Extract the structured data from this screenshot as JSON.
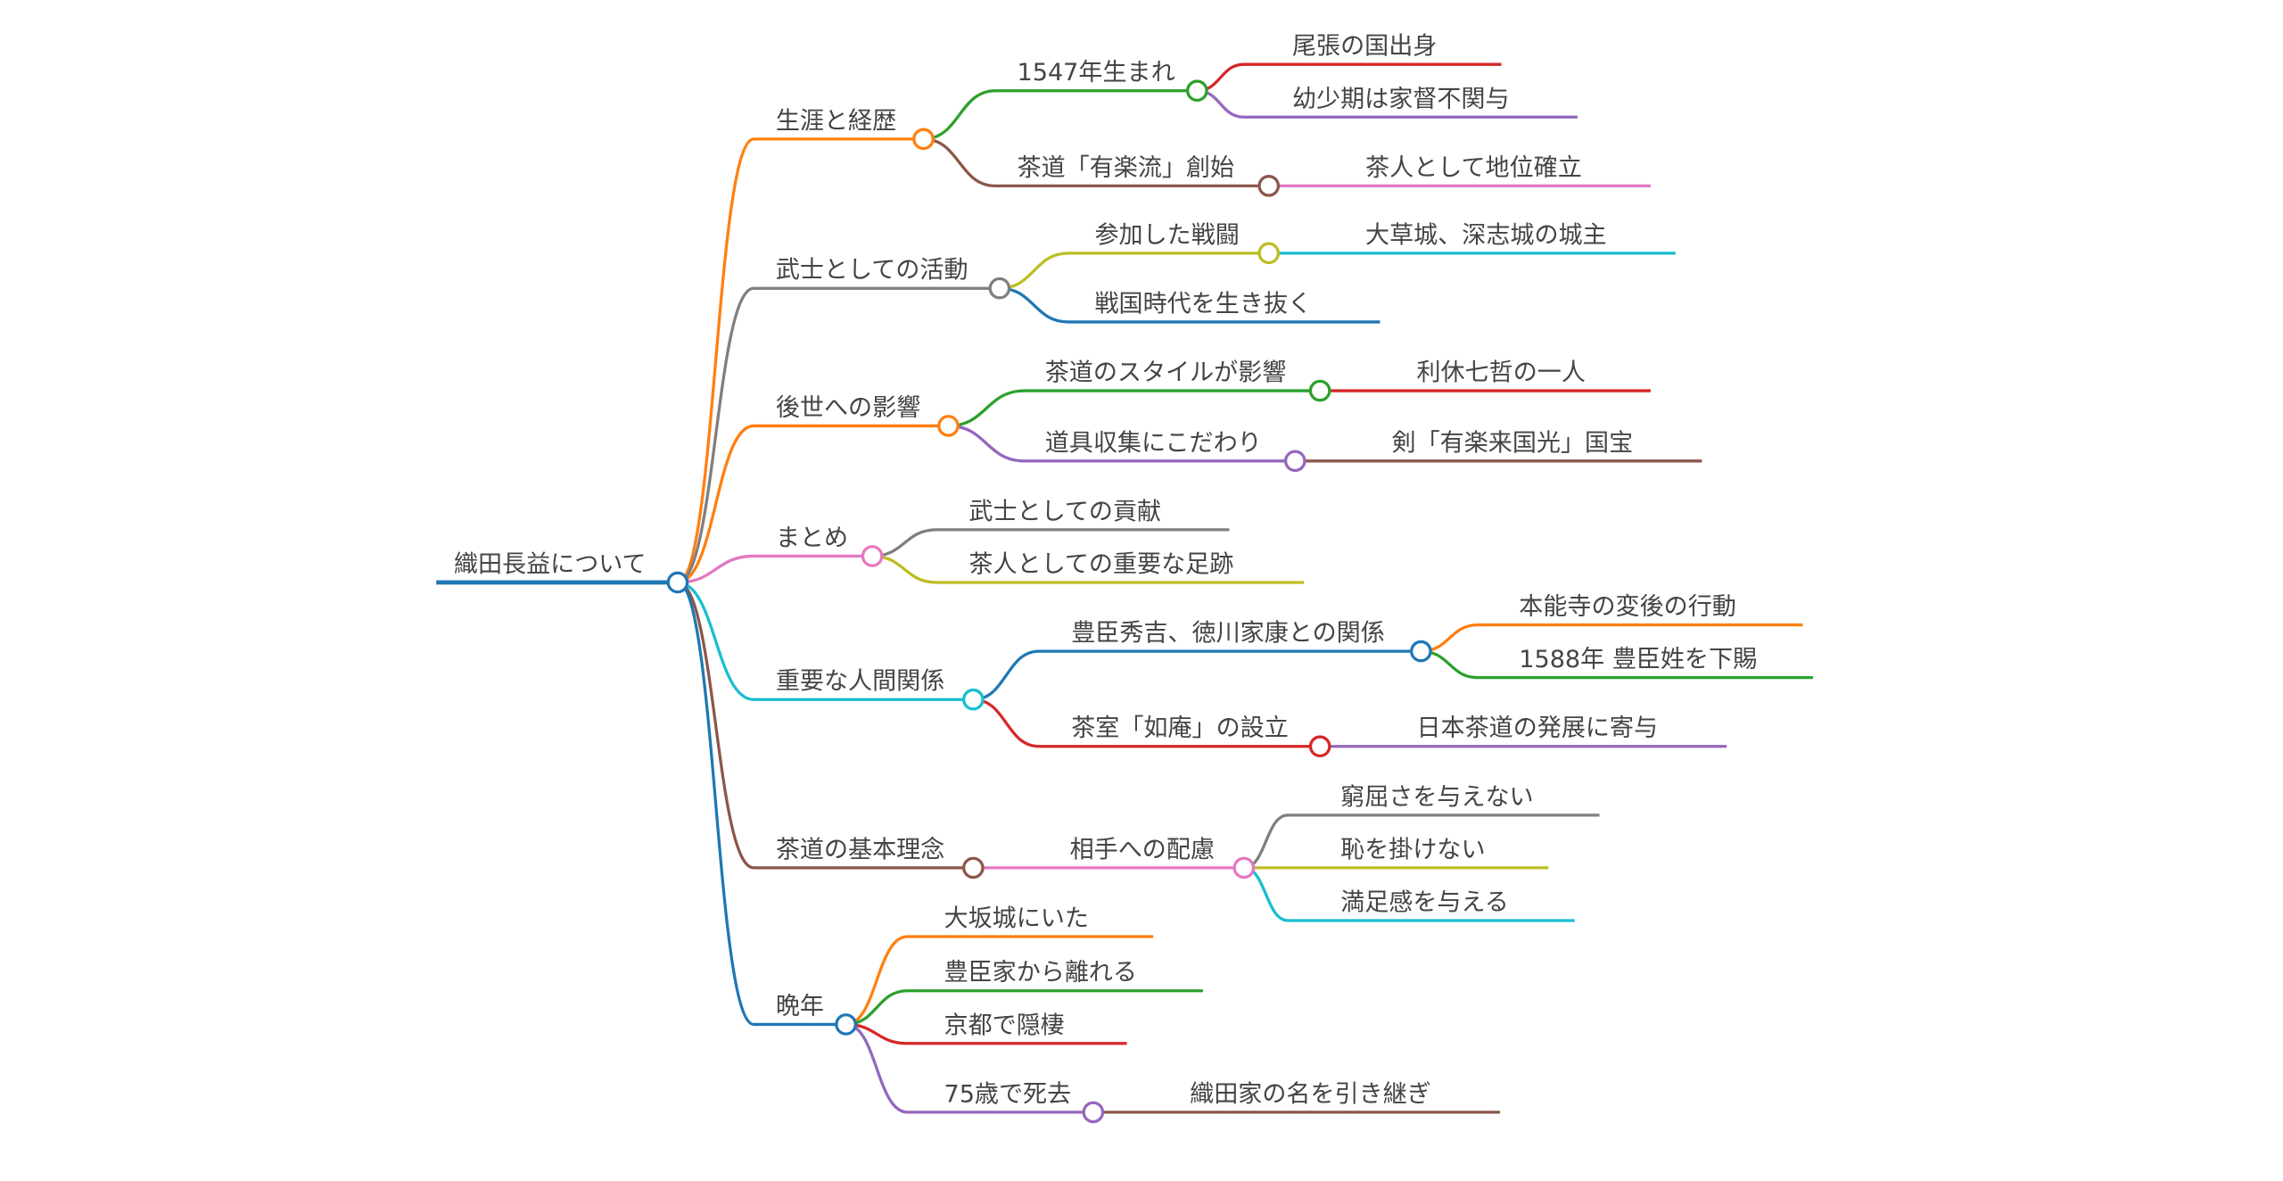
{
  "mindmap": {
    "label": "織田長益について",
    "color": "#1f77b4",
    "children": [
      {
        "label": "生涯と経歴",
        "color": "#ff7f0e",
        "children": [
          {
            "label": "1547年生まれ",
            "color": "#2ca02c",
            "children": [
              {
                "label": "尾張の国出身",
                "color": "#d62728"
              },
              {
                "label": "幼少期は家督不関与",
                "color": "#9467bd"
              }
            ]
          },
          {
            "label": "茶道「有楽流」創始",
            "color": "#8c564b",
            "children": [
              {
                "label": "茶人として地位確立",
                "color": "#e377c2"
              }
            ]
          }
        ]
      },
      {
        "label": "武士としての活動",
        "color": "#7f7f7f",
        "children": [
          {
            "label": "参加した戦闘",
            "color": "#bcbd22",
            "children": [
              {
                "label": "大草城、深志城の城主",
                "color": "#17becf"
              }
            ]
          },
          {
            "label": "戦国時代を生き抜く",
            "color": "#1f77b4"
          }
        ]
      },
      {
        "label": "後世への影響",
        "color": "#ff7f0e",
        "children": [
          {
            "label": "茶道のスタイルが影響",
            "color": "#2ca02c",
            "children": [
              {
                "label": "利休七哲の一人",
                "color": "#d62728"
              }
            ]
          },
          {
            "label": "道具収集にこだわり",
            "color": "#9467bd",
            "children": [
              {
                "label": "剣「有楽来国光」国宝",
                "color": "#8c564b"
              }
            ]
          }
        ]
      },
      {
        "label": "まとめ",
        "color": "#e377c2",
        "children": [
          {
            "label": "武士としての貢献",
            "color": "#7f7f7f"
          },
          {
            "label": "茶人としての重要な足跡",
            "color": "#bcbd22"
          }
        ]
      },
      {
        "label": "重要な人間関係",
        "color": "#17becf",
        "children": [
          {
            "label": "豊臣秀吉、徳川家康との関係",
            "color": "#1f77b4",
            "children": [
              {
                "label": "本能寺の変後の行動",
                "color": "#ff7f0e"
              },
              {
                "label": "1588年 豊臣姓を下賜",
                "color": "#2ca02c"
              }
            ]
          },
          {
            "label": "茶室「如庵」の設立",
            "color": "#d62728",
            "children": [
              {
                "label": "日本茶道の発展に寄与",
                "color": "#9467bd"
              }
            ]
          }
        ]
      },
      {
        "label": "茶道の基本理念",
        "color": "#8c564b",
        "children": [
          {
            "label": "相手への配慮",
            "color": "#e377c2",
            "children": [
              {
                "label": "窮屈さを与えない",
                "color": "#7f7f7f"
              },
              {
                "label": "恥を掛けない",
                "color": "#bcbd22"
              },
              {
                "label": "満足感を与える",
                "color": "#17becf"
              }
            ]
          }
        ]
      },
      {
        "label": "晩年",
        "color": "#1f77b4",
        "children": [
          {
            "label": "大坂城にいた",
            "color": "#ff7f0e"
          },
          {
            "label": "豊臣家から離れる",
            "color": "#2ca02c"
          },
          {
            "label": "京都で隠棲",
            "color": "#d62728"
          },
          {
            "label": "75歳で死去",
            "color": "#9467bd",
            "children": [
              {
                "label": "織田家の名を引き継ぎ",
                "color": "#8c564b"
              }
            ]
          }
        ]
      }
    ]
  }
}
